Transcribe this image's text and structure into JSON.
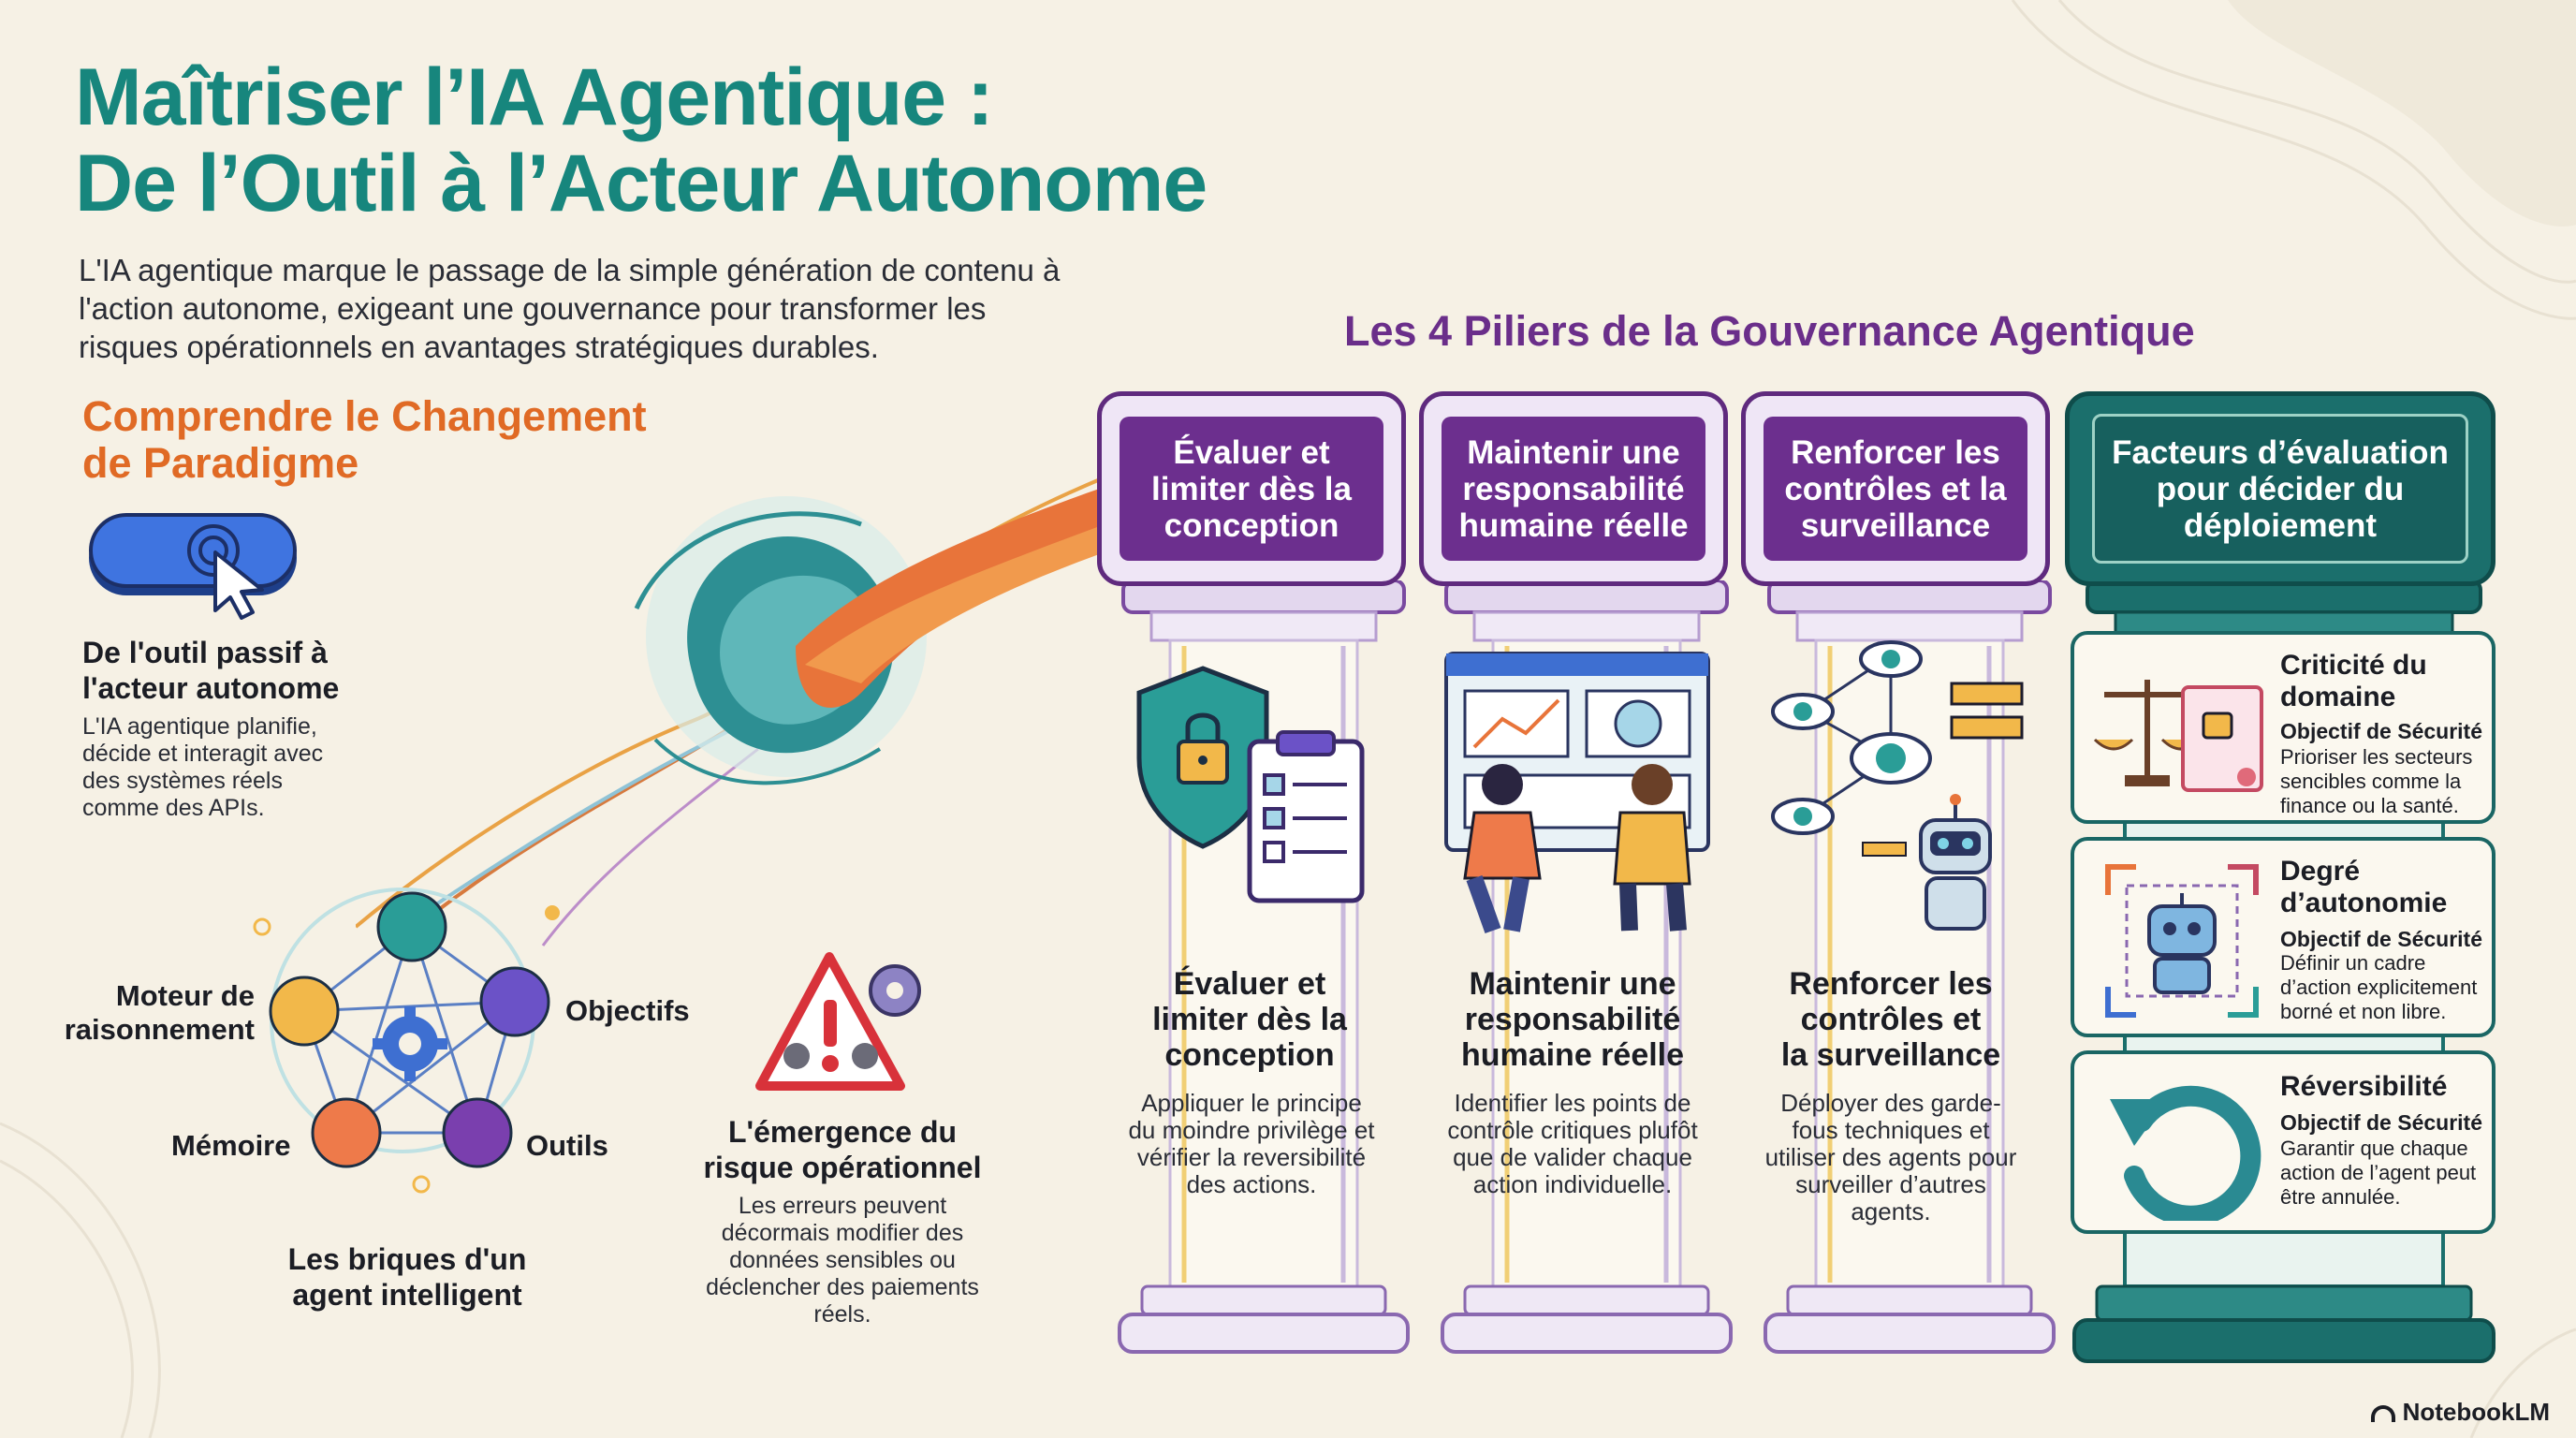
{
  "title": {
    "line1": "Maîtriser l’IA Agentique :",
    "line2": "De l’Outil à l’Acteur Autonome"
  },
  "intro": "L'IA agentique marque le passage de la simple génération de contenu à l'action autonome, exigeant une gouvernance pour transformer les risques opérationnels en avantages stratégiques durables.",
  "paradigm": {
    "section_title_1": "Comprendre le Changement",
    "section_title_2": "de Paradigme",
    "passive": {
      "heading_1": "De l'outil passif à",
      "heading_2": "l'acteur autonome",
      "body": "L'IA agentique planifie, décide et interagit avec des systèmes réels comme des APIs."
    },
    "nodes": {
      "reasoning_1": "Moteur de",
      "reasoning_2": "raisonnement",
      "objectives": "Objectifs",
      "memory": "Mémoire",
      "tools": "Outils"
    },
    "bricks": {
      "heading_1": "Les briques d'un",
      "heading_2": "agent intelligent"
    },
    "risk": {
      "heading_1": "L'émergence du",
      "heading_2": "risque opérationnel",
      "body": "Les erreurs peuvent décormais modifier des données sensibles ou déclencher des paiements réels."
    }
  },
  "pillars": {
    "section_title": "Les 4 Piliers de la Gouvernance Agentique",
    "columns": [
      {
        "header": "Évaluer et limiter dès la conception",
        "heading_1": "Évaluer et",
        "heading_2": "limiter dès la",
        "heading_3": "conception",
        "body": "Appliquer le principe du moindre privilège et vérifier la reversibilité des actions."
      },
      {
        "header": "Maintenir une responsabilité humaine réelle",
        "heading_1": "Maintenir une",
        "heading_2": "responsabilité",
        "heading_3": "humaine réelle",
        "body": "Identifier les points de contrôle critiques plufôt que de valider chaque action individuelle."
      },
      {
        "header": "Renforcer les contrôles et la surveillance",
        "heading_1": "Renforcer les",
        "heading_2": "contrôles et",
        "heading_3": "la surveillance",
        "body": "Déployer des garde-fous techniques et utiliser des agents pour surveiller d’autres agents."
      }
    ],
    "factors": {
      "header": "Facteurs d’évaluation pour décider du déploiement",
      "cards": [
        {
          "title_1": "Criticité du",
          "title_2": "domaine",
          "subtitle": "Objectif de Sécurité",
          "body": "Prioriser les secteurs sencibles comme la finance ou la santé."
        },
        {
          "title_1": "Degré",
          "title_2": "d’autonomie",
          "subtitle": "Objectif de Sécurité",
          "body": "Définir un cadre d’action explicitement borné et non libre."
        },
        {
          "title_1": "Réversibilité",
          "title_2": "",
          "subtitle": "Objectif de Sécurité",
          "body": "Garantir que chaque action de l’agent peut être annulée."
        }
      ]
    }
  },
  "footer": {
    "brand": "NotebookLM"
  },
  "colors": {
    "teal": "#17867d",
    "orange": "#e06a25",
    "purple": "#6c2f8e",
    "dark_teal": "#17605e",
    "background": "#f6f1e5"
  }
}
